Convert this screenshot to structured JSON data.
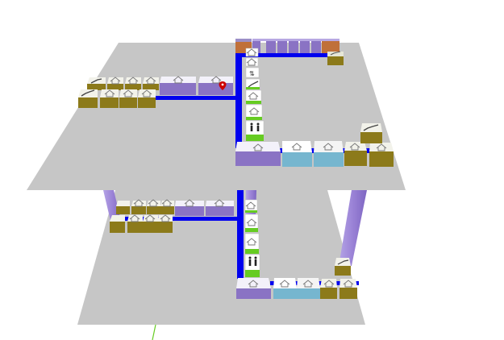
{
  "view": "3d-floor-plan",
  "floors": [
    {
      "name": "upper-floor"
    },
    {
      "name": "lower-floor"
    }
  ],
  "colors": {
    "floor": "#c6c6c6",
    "corridor": "#0000ee",
    "room_purple": "#8a73c4",
    "room_blue": "#76b6cf",
    "room_olive": "#8c7a1a",
    "room_orange": "#c0703a",
    "marker_green": "#66cc22",
    "pin": "#cc0000",
    "connector": "#9a82d6"
  },
  "icons": [
    "house-icon",
    "restroom-icon",
    "stairs-icon",
    "map-pin-icon"
  ]
}
